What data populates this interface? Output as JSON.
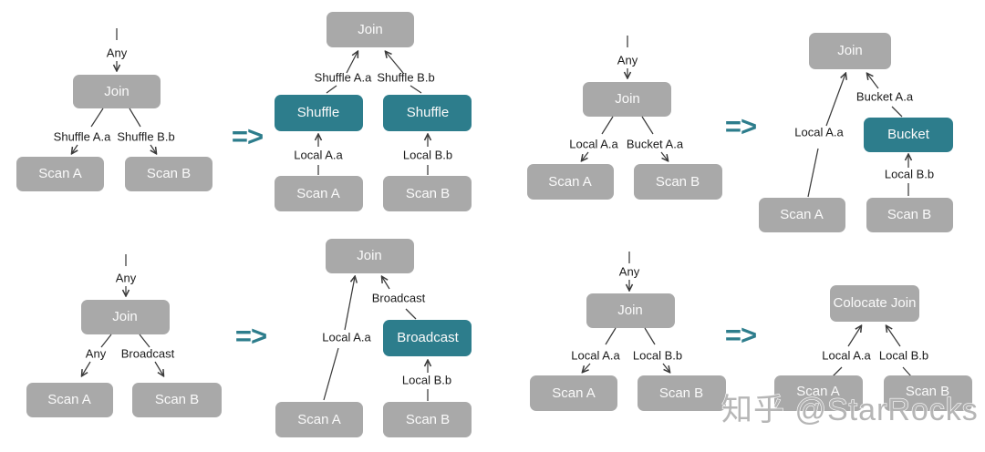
{
  "colors": {
    "box_gray": "#a9a9a9",
    "box_teal": "#2d7d8c",
    "edge_line": "#3b3b3b",
    "label_text": "#1b1b1b",
    "node_text": "#ffffff",
    "transform_arrow": "#2d7d8c",
    "watermark_text": "#b3b3b3"
  },
  "watermark": "知乎 @StarRocks",
  "diagrams": [
    {
      "name": "shuffle-join-transform",
      "arrow": "=>",
      "before": {
        "parent_requirement": "Any",
        "join": "Join",
        "left_edge_label": "Shuffle A.a",
        "right_edge_label": "Shuffle B.b",
        "left_scan": "Scan A",
        "right_scan": "Scan B"
      },
      "after": {
        "join": "Join",
        "left_edge_label": "Shuffle A.a",
        "right_edge_label": "Shuffle B.b",
        "left_enforcer": "Shuffle",
        "right_enforcer": "Shuffle",
        "left_lower_edge_label": "Local A.a",
        "right_lower_edge_label": "Local B.b",
        "left_scan": "Scan A",
        "right_scan": "Scan B"
      }
    },
    {
      "name": "bucket-shuffle-join-transform",
      "arrow": "=>",
      "before": {
        "parent_requirement": "Any",
        "join": "Join",
        "left_edge_label": "Local A.a",
        "right_edge_label": "Bucket A.a",
        "left_scan": "Scan A",
        "right_scan": "Scan B"
      },
      "after": {
        "join": "Join",
        "left_edge_label": "Local A.a",
        "right_edge_label": "Bucket A.a",
        "enforcer": "Bucket",
        "right_lower_edge_label": "Local B.b",
        "left_scan": "Scan A",
        "right_scan": "Scan B"
      }
    },
    {
      "name": "broadcast-join-transform",
      "arrow": "=>",
      "before": {
        "parent_requirement": "Any",
        "join": "Join",
        "left_edge_label": "Any",
        "right_edge_label": "Broadcast",
        "left_scan": "Scan A",
        "right_scan": "Scan B"
      },
      "after": {
        "join": "Join",
        "left_edge_label": "Local A.a",
        "right_edge_label": "Broadcast",
        "enforcer": "Broadcast",
        "right_lower_edge_label": "Local B.b",
        "left_scan": "Scan A",
        "right_scan": "Scan B"
      }
    },
    {
      "name": "colocate-join-transform",
      "arrow": "=>",
      "before": {
        "parent_requirement": "Any",
        "join": "Join",
        "left_edge_label": "Local A.a",
        "right_edge_label": "Local B.b",
        "left_scan": "Scan A",
        "right_scan": "Scan B"
      },
      "after": {
        "join": "Colocate Join",
        "left_edge_label": "Local A.a",
        "right_edge_label": "Local B.b",
        "left_scan": "Scan A",
        "right_scan": "Scan B"
      }
    }
  ]
}
